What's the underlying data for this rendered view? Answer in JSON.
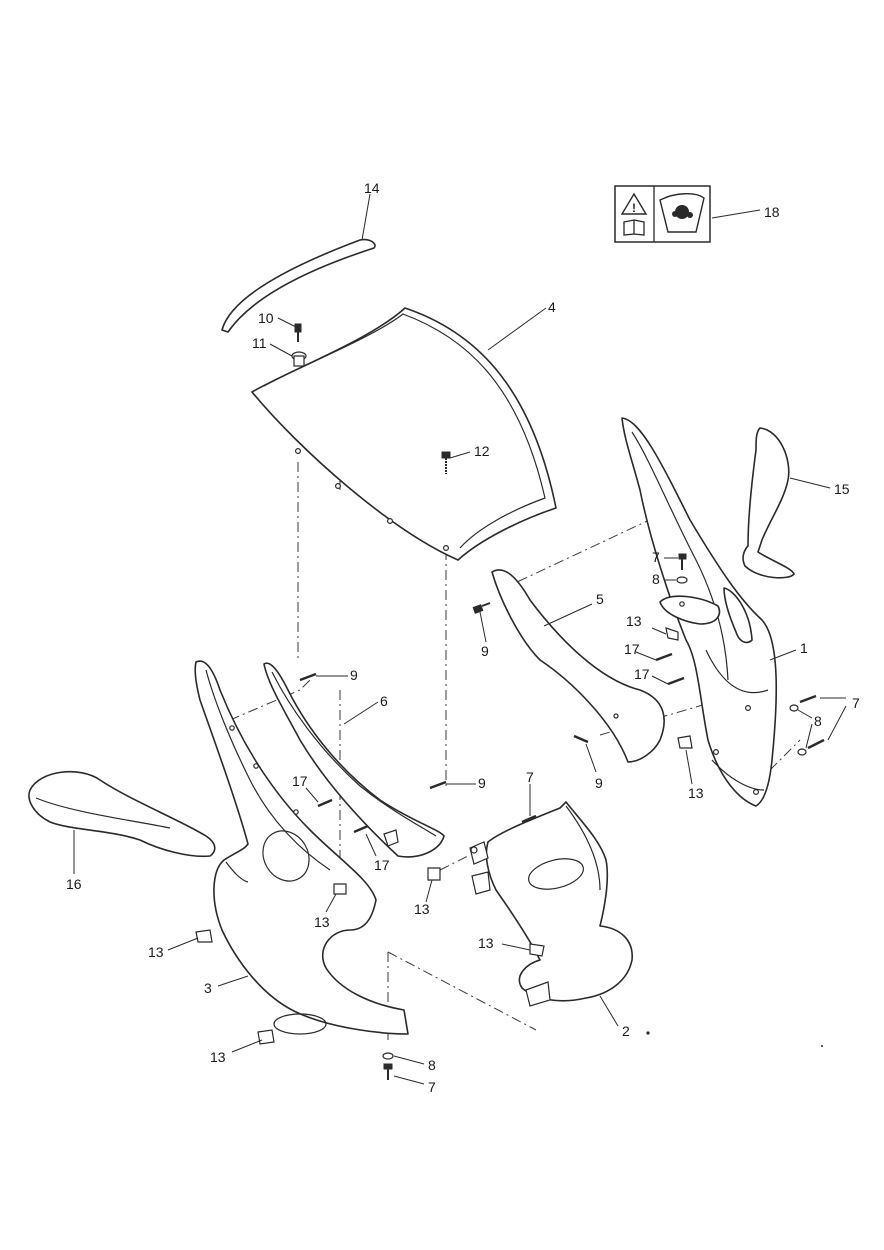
{
  "diagram": {
    "callouts": [
      {
        "id": "c14",
        "label": "14"
      },
      {
        "id": "c18",
        "label": "18"
      },
      {
        "id": "c4",
        "label": "4"
      },
      {
        "id": "c10",
        "label": "10"
      },
      {
        "id": "c11",
        "label": "11"
      },
      {
        "id": "c12",
        "label": "12"
      },
      {
        "id": "c15",
        "label": "15"
      },
      {
        "id": "c7a",
        "label": "7"
      },
      {
        "id": "c8a",
        "label": "8"
      },
      {
        "id": "c5",
        "label": "5"
      },
      {
        "id": "c9a",
        "label": "9"
      },
      {
        "id": "c13a",
        "label": "13"
      },
      {
        "id": "c17a",
        "label": "17"
      },
      {
        "id": "c17b",
        "label": "17"
      },
      {
        "id": "c1",
        "label": "1"
      },
      {
        "id": "c7b",
        "label": "7"
      },
      {
        "id": "c8b",
        "label": "8"
      },
      {
        "id": "c9b",
        "label": "9"
      },
      {
        "id": "c6",
        "label": "6"
      },
      {
        "id": "c9c",
        "label": "9"
      },
      {
        "id": "c9d",
        "label": "9"
      },
      {
        "id": "c13b",
        "label": "13"
      },
      {
        "id": "c17c",
        "label": "17"
      },
      {
        "id": "c7c",
        "label": "7"
      },
      {
        "id": "c17d",
        "label": "17"
      },
      {
        "id": "c16",
        "label": "16"
      },
      {
        "id": "c13c",
        "label": "13"
      },
      {
        "id": "c13d",
        "label": "13"
      },
      {
        "id": "c13e",
        "label": "13"
      },
      {
        "id": "c13f",
        "label": "13"
      },
      {
        "id": "c3",
        "label": "3"
      },
      {
        "id": "c2",
        "label": "2"
      },
      {
        "id": "c13g",
        "label": "13"
      },
      {
        "id": "c8c",
        "label": "8"
      },
      {
        "id": "c7d",
        "label": "7"
      }
    ],
    "warning_label_icons": [
      "warning-triangle-icon",
      "manual-book-icon",
      "fairing-cleaning-icon"
    ]
  }
}
